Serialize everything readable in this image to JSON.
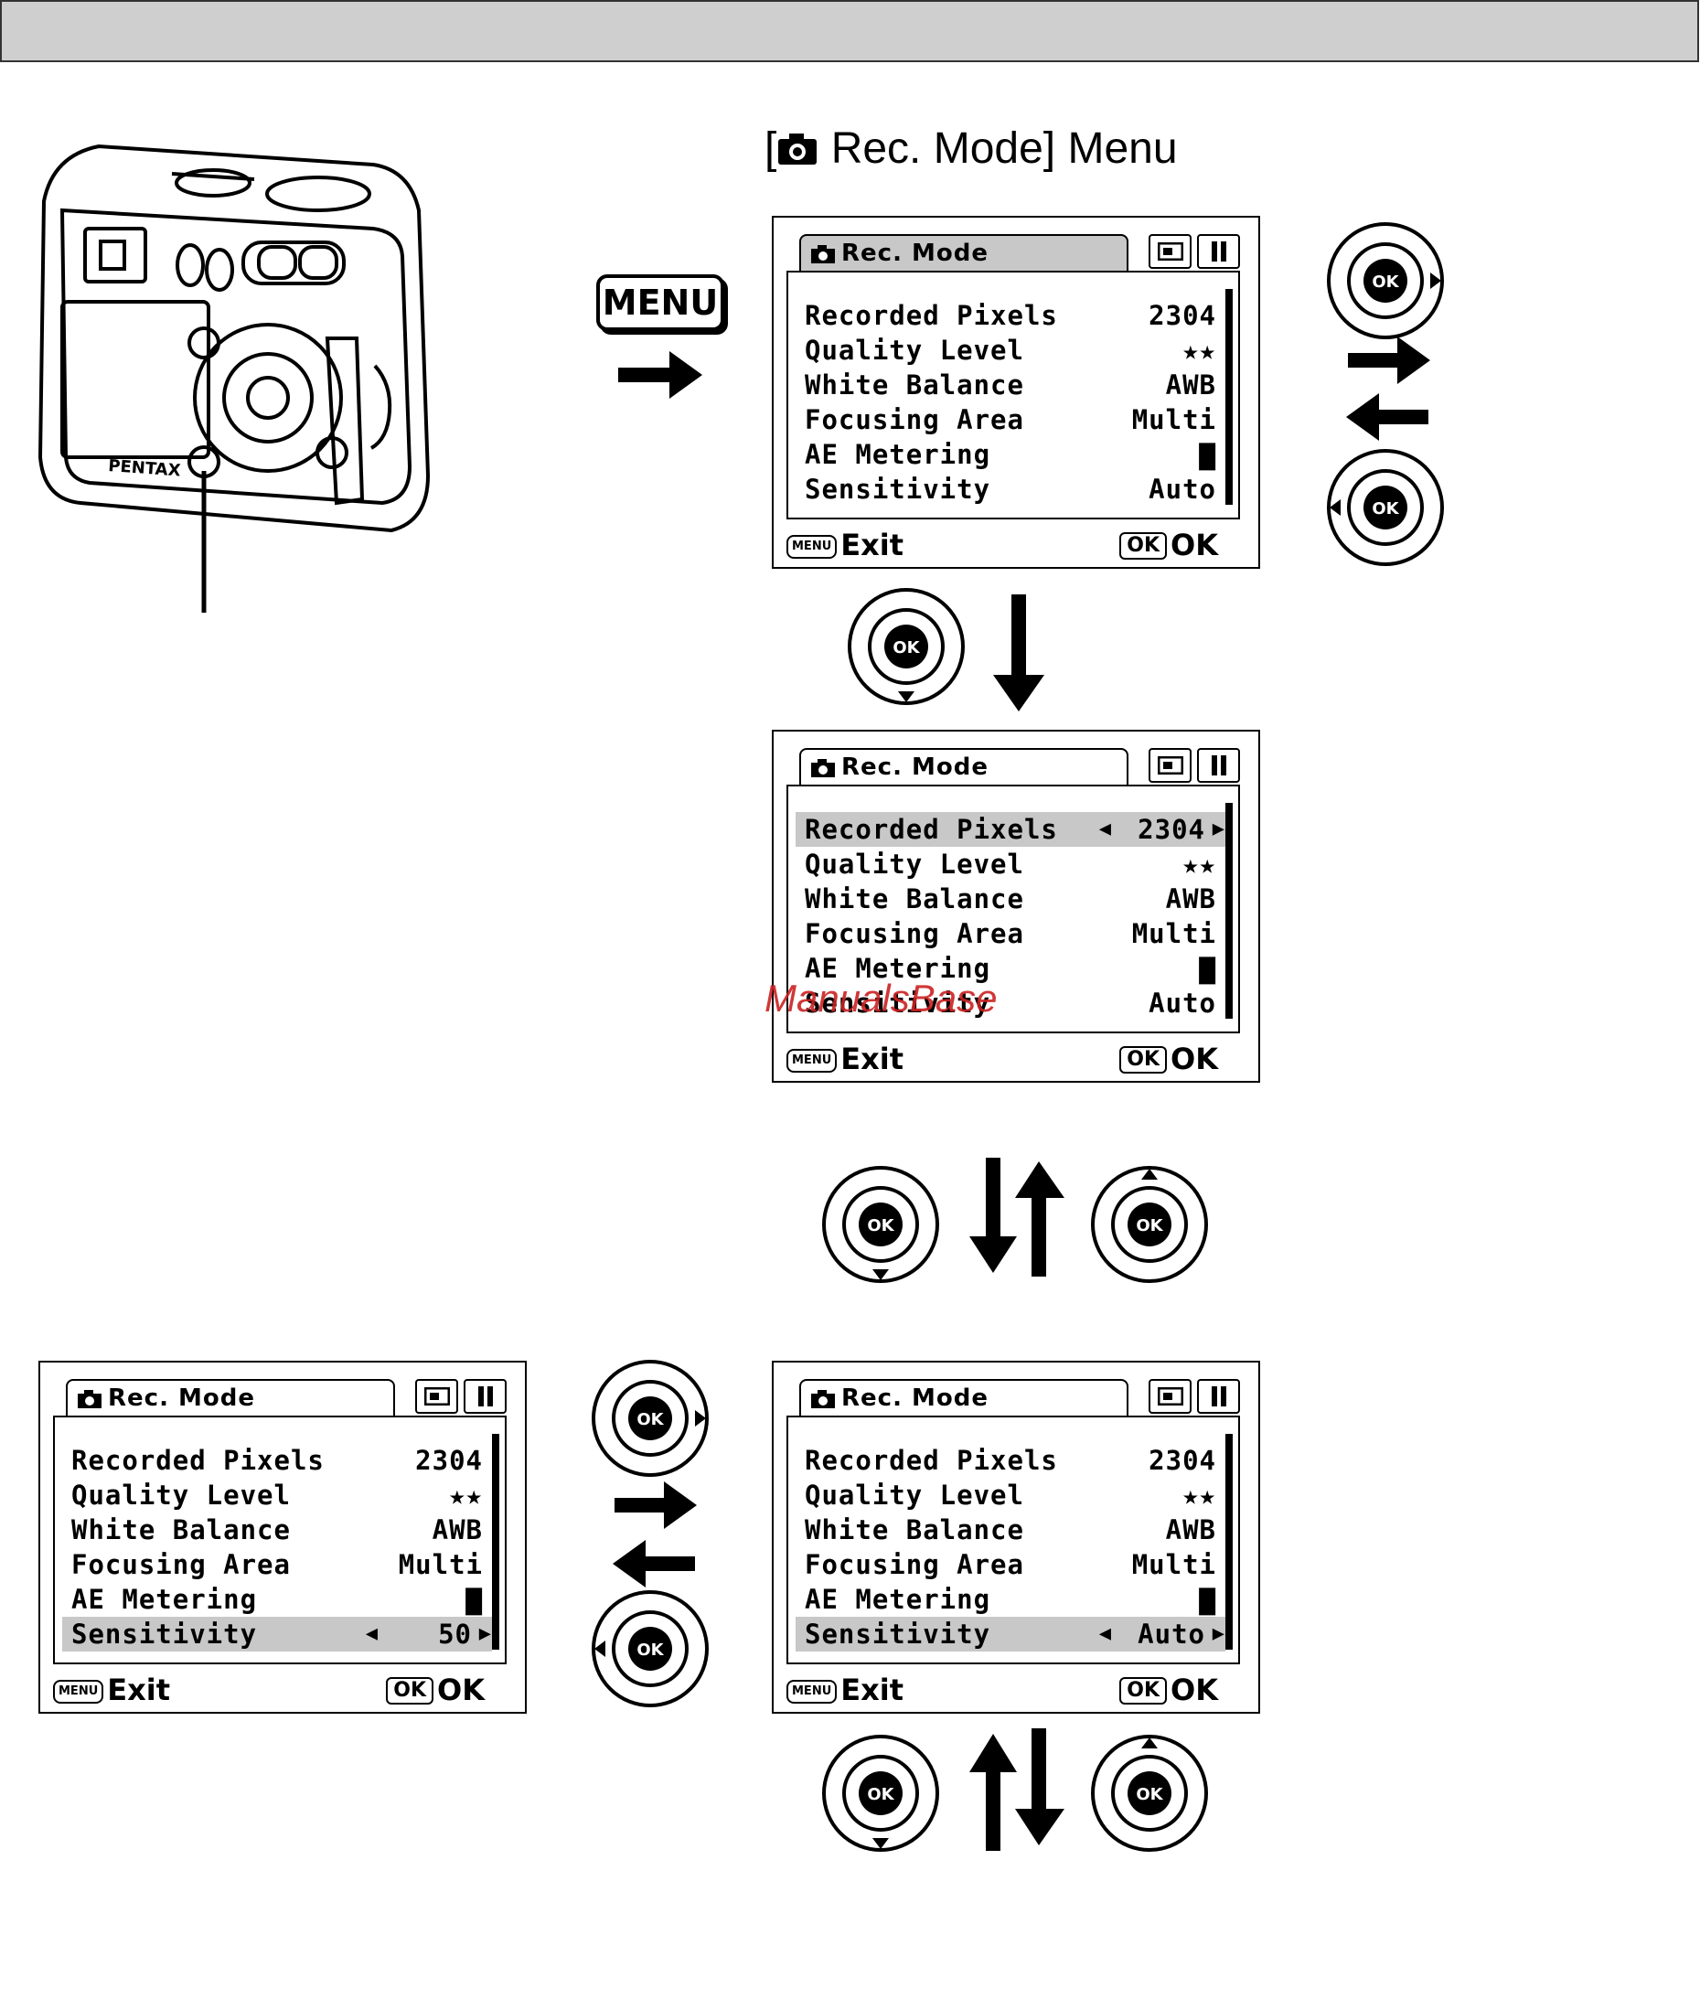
{
  "heading": {
    "text": "Rec. Mode] Menu",
    "bracket": "["
  },
  "menu_key": {
    "label": "MENU"
  },
  "watermark": {
    "text": "ManualsBase"
  },
  "screens": [
    {
      "tab": "Rec. Mode",
      "rows": [
        {
          "label": "Recorded Pixels",
          "value": "2304"
        },
        {
          "label": "Quality Level",
          "value": "★★"
        },
        {
          "label": "White Balance",
          "value": "AWB"
        },
        {
          "label": "Focusing Area",
          "value": "Multi"
        },
        {
          "label": "AE Metering",
          "value": "▇"
        },
        {
          "label": "Sensitivity",
          "value": "Auto"
        }
      ],
      "footer_exit": "Exit",
      "footer_ok": "OK",
      "menu_chip": "MENU",
      "ok_chip": "OK"
    },
    {
      "tab": "Rec. Mode",
      "rows": [
        {
          "label": "Recorded Pixels",
          "value": "2304"
        },
        {
          "label": "Quality Level",
          "value": "★★"
        },
        {
          "label": "White Balance",
          "value": "AWB"
        },
        {
          "label": "Focusing Area",
          "value": "Multi"
        },
        {
          "label": "AE Metering",
          "value": "▇"
        },
        {
          "label": "Sensitivity",
          "value": "Auto"
        }
      ],
      "footer_exit": "Exit",
      "footer_ok": "OK",
      "menu_chip": "MENU",
      "ok_chip": "OK"
    },
    {
      "tab": "Rec. Mode",
      "rows": [
        {
          "label": "Recorded Pixels",
          "value": "2304"
        },
        {
          "label": "Quality Level",
          "value": "★★"
        },
        {
          "label": "White Balance",
          "value": "AWB"
        },
        {
          "label": "Focusing Area",
          "value": "Multi"
        },
        {
          "label": "AE Metering",
          "value": "▇"
        },
        {
          "label": "Sensitivity",
          "value": "50"
        }
      ],
      "footer_exit": "Exit",
      "footer_ok": "OK",
      "menu_chip": "MENU",
      "ok_chip": "OK"
    },
    {
      "tab": "Rec. Mode",
      "rows": [
        {
          "label": "Recorded Pixels",
          "value": "2304"
        },
        {
          "label": "Quality Level",
          "value": "★★"
        },
        {
          "label": "White Balance",
          "value": "AWB"
        },
        {
          "label": "Focusing Area",
          "value": "Multi"
        },
        {
          "label": "AE Metering",
          "value": "▇"
        },
        {
          "label": "Sensitivity",
          "value": "Auto"
        }
      ],
      "footer_exit": "Exit",
      "footer_ok": "OK",
      "menu_chip": "MENU",
      "ok_chip": "OK"
    }
  ],
  "dpad_label": "OK"
}
